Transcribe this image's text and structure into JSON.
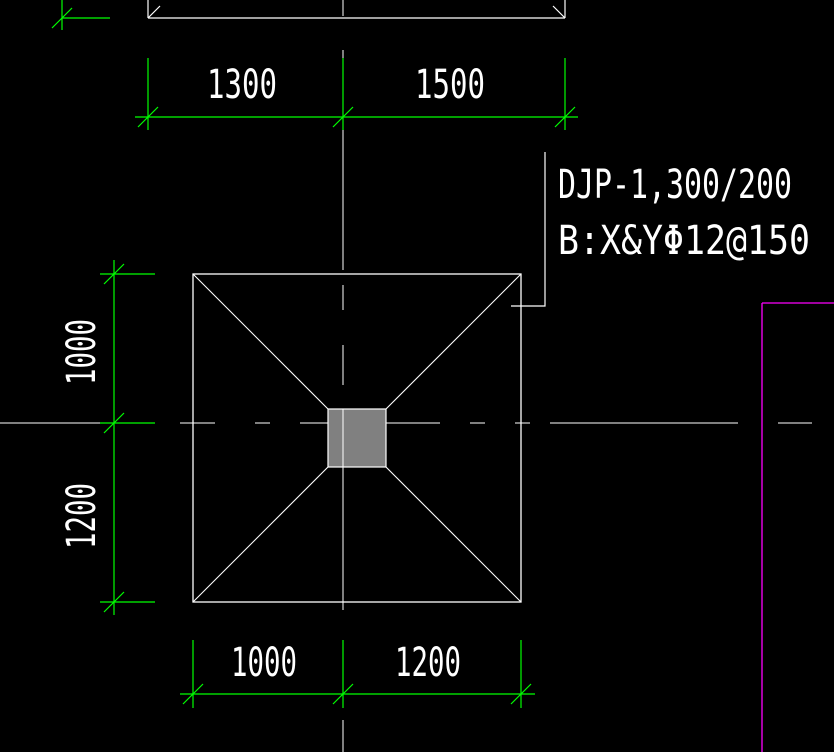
{
  "colors": {
    "background": "#000000",
    "outline": "#ffffff",
    "dimension": "#00ff00",
    "column_fill": "#808080",
    "axis": "#ffffff",
    "adjacent_element": "#ff00ff"
  },
  "footing_label": {
    "line1": "DJP-1,300/200",
    "line2": "B:X&YΦ12@150"
  },
  "top_dimensions": {
    "left": "1300",
    "right": "1500"
  },
  "left_dimensions": {
    "upper": "1000",
    "lower": "1200"
  },
  "bottom_dimensions": {
    "left": "1000",
    "right": "1200"
  }
}
